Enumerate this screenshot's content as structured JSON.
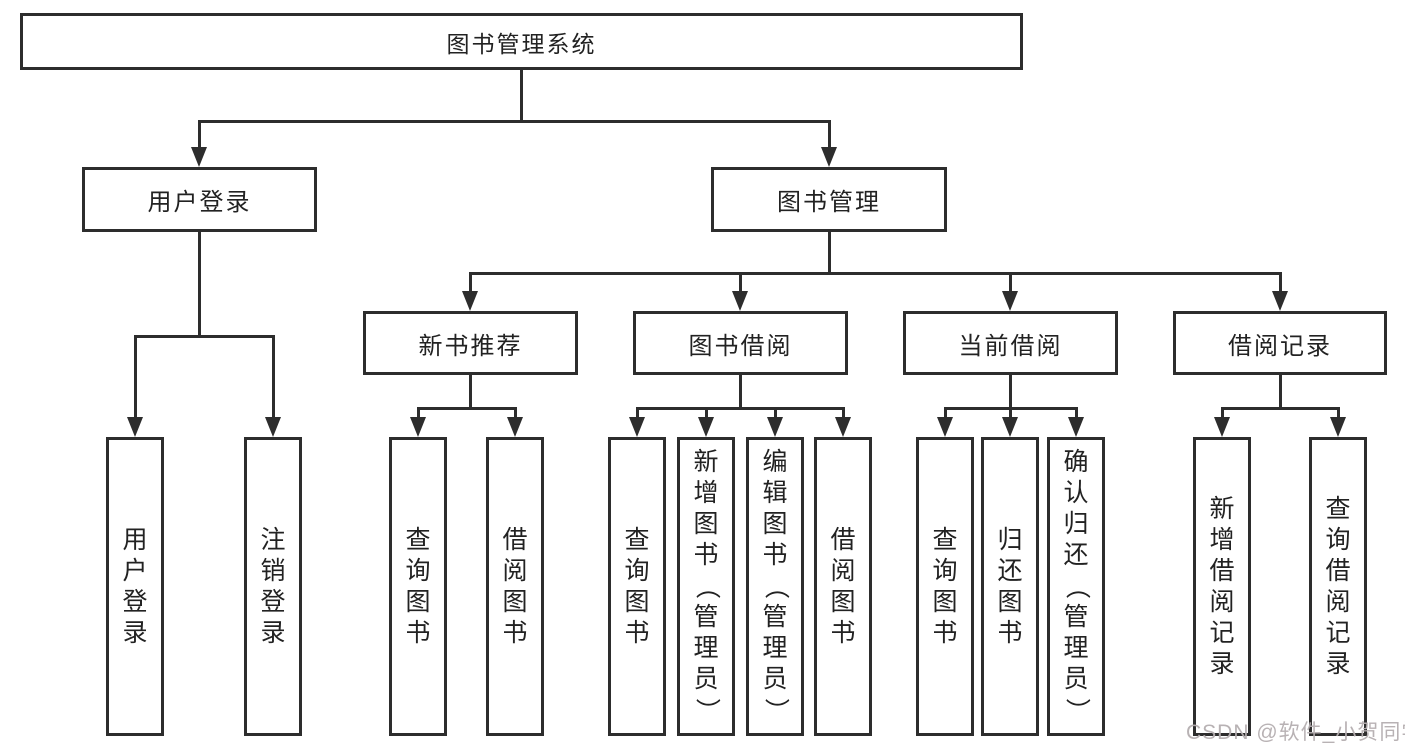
{
  "diagram": {
    "root": {
      "label": "图书管理系统"
    },
    "level1": {
      "user_login": {
        "label": "用户登录"
      },
      "book_mgmt": {
        "label": "图书管理"
      }
    },
    "level2": {
      "new_books": {
        "label": "新书推荐"
      },
      "book_borrow": {
        "label": "图书借阅"
      },
      "current_borrow": {
        "label": "当前借阅"
      },
      "borrow_records": {
        "label": "借阅记录"
      }
    },
    "leaves": {
      "user_login": [
        "用户登录",
        "注销登录"
      ],
      "new_books": [
        "查询图书",
        "借阅图书"
      ],
      "book_borrow": [
        "查询图书",
        "新增图书（管理员）",
        "编辑图书（管理员）",
        "借阅图书"
      ],
      "current_borrow": [
        "查询图书",
        "归还图书",
        "确认归还（管理员）"
      ],
      "borrow_records": [
        "新增借阅记录",
        "查询借阅记录"
      ]
    }
  },
  "watermark": {
    "text": "CSDN @软件_小贺同学"
  },
  "colors": {
    "line": "#2d2d2d",
    "text": "#222222",
    "background": "#ffffff",
    "watermark": "#b5aeb0"
  }
}
